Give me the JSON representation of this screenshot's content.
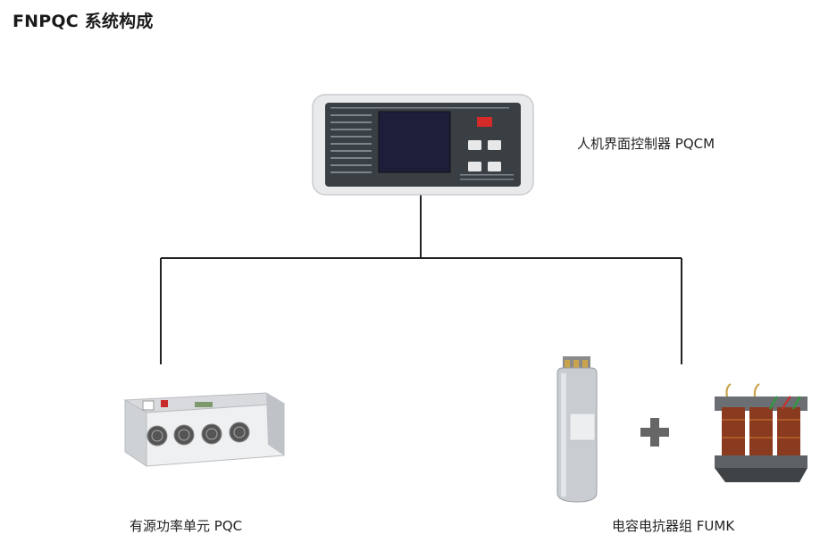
{
  "title": "FNPQC 系统构成",
  "components": {
    "hmi": {
      "label": "人机界面控制器 PQCM"
    },
    "pqc": {
      "label": "有源功率单元 PQC"
    },
    "fumk": {
      "label": "电容电抗器组 FUMK"
    }
  },
  "colors": {
    "line": "#222222",
    "panel": "#3a3f44",
    "screen": "#1d1f3a",
    "plus": "#666666",
    "capacitor": "#c9ccd0",
    "coil": "#8a3a1e"
  }
}
